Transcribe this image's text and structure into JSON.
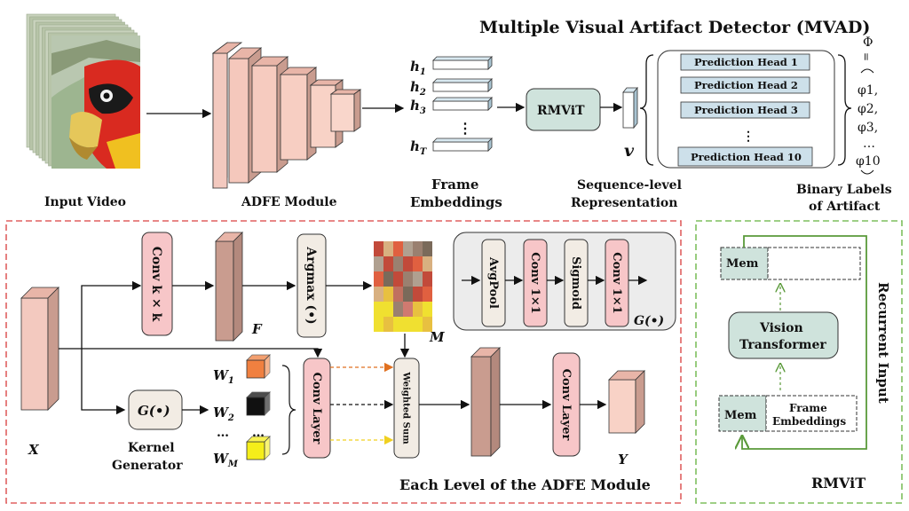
{
  "title": "Multiple Visual Artifact Detector (MVAD)",
  "top": {
    "input_video": "Input Video",
    "adfe_module": "ADFE Module",
    "frame_embeddings": [
      "Frame",
      "Embeddings"
    ],
    "h_labels": [
      {
        "base": "h",
        "sub": "1"
      },
      {
        "base": "h",
        "sub": "2"
      },
      {
        "base": "h",
        "sub": "3"
      },
      {
        "base": "h",
        "sub": "T"
      }
    ],
    "dots": "⋮",
    "rmvit": "RMViT",
    "v_symbol": "v",
    "sequence_rep": [
      "Sequence-level",
      "Representation"
    ],
    "prediction_heads": [
      "Prediction Head 1",
      "Prediction Head 2",
      "Prediction Head 3",
      "Prediction Head 10"
    ],
    "phi_label": "Φ",
    "phi_eq": "=",
    "phi_items": [
      "φ1,",
      "φ2,",
      "φ3,",
      "…",
      "φ10"
    ],
    "binary_labels": [
      "Binary Labels",
      "of Artifact"
    ]
  },
  "adfe": {
    "caption": "Each Level of the ADFE Module",
    "x_label": "X",
    "f_label": "F",
    "m_label": "M",
    "y_label": "Y",
    "conv_kxk": "Conv k × k",
    "argmax": "Argmax (•)",
    "g_fn": "G(•)",
    "kernel_generator": [
      "Kernel",
      "Generator"
    ],
    "weights": [
      "W1",
      "W2",
      "…",
      "WM"
    ],
    "weight_colors": [
      "#f08040",
      "#111111",
      "#f5ee1a"
    ],
    "conv_layer": "Conv Layer",
    "weighted_sum": "Weighted Sum",
    "conv_layer_2": "Conv Layer",
    "g_box": {
      "avgpool": "AvgPool",
      "conv1": "Conv 1×1",
      "sigmoid": "Sigmoid",
      "conv2": "Conv 1×1",
      "label": "G(•)"
    }
  },
  "rmvit_panel": {
    "title": "RMViT",
    "mem": "Mem",
    "vision_transformer": [
      "Vision",
      "Transformer"
    ],
    "mem_bottom": "Mem",
    "frame_embeddings": [
      "Frame",
      "Embeddings"
    ],
    "recurrent_input": "Recurrent Input"
  },
  "colors": {
    "pink_box": "#f7c6c8",
    "teal_box": "#cfe3dc",
    "beige_box": "#f2ece4",
    "head_box": "#cde0ea",
    "red_dash": "#e06060",
    "green_dash": "#7fbf5f"
  }
}
